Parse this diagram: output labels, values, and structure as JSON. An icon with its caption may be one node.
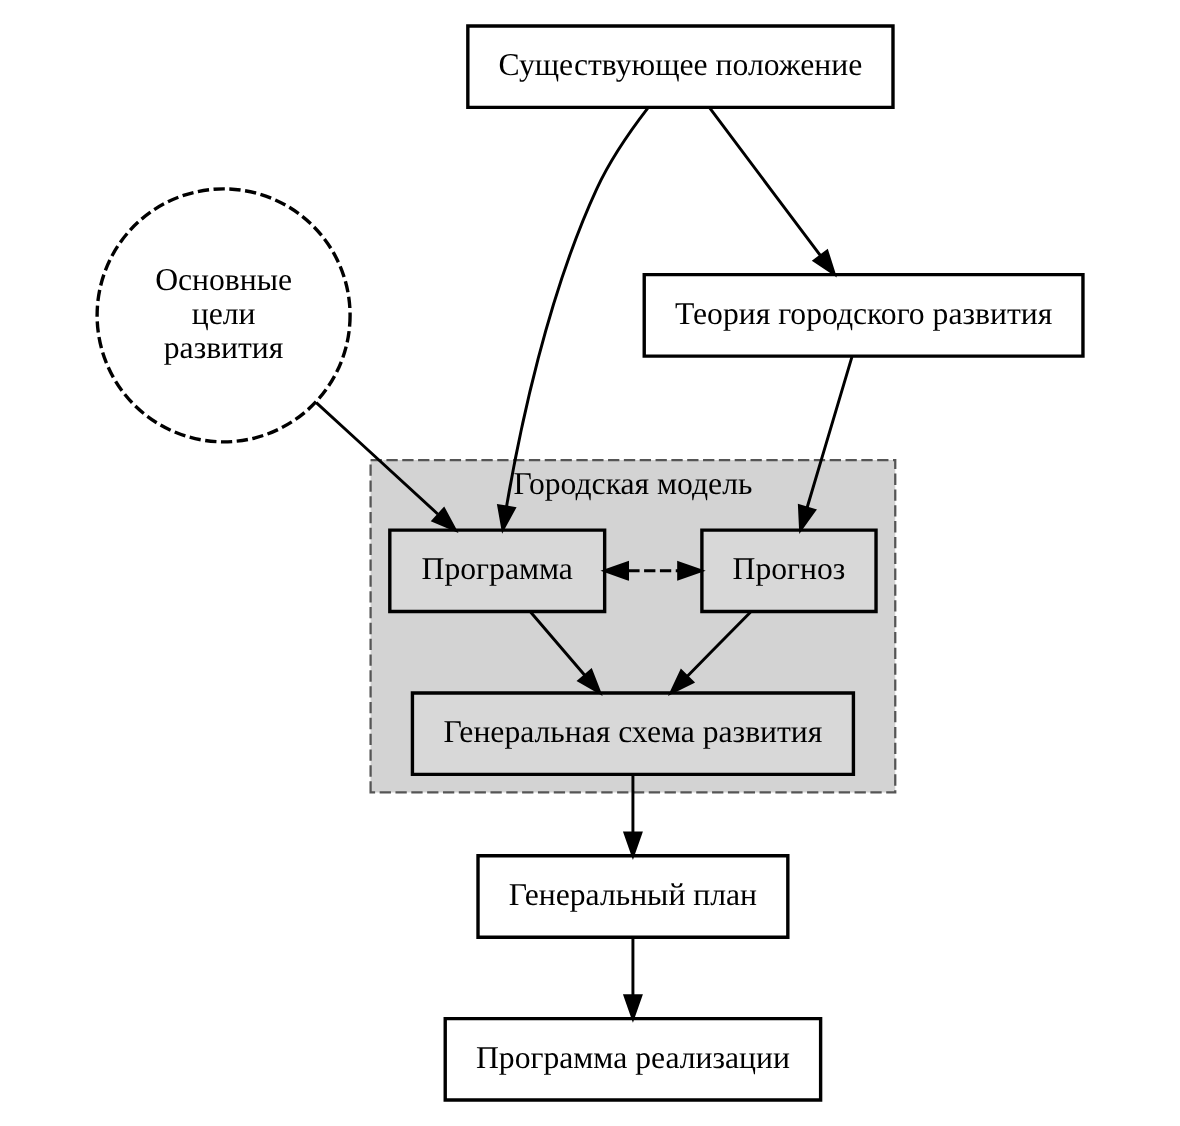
{
  "diagram": {
    "nodes": [
      {
        "text": [
          "Основные цели развития"
        ]
      },
      {
        "text": [
          "Существующее положение"
        ]
      },
      {
        "text": [
          "Теория городского развития"
        ]
      },
      {
        "text": [
          "Городская модель"
        ]
      },
      {
        "text": [
          "Программа"
        ],
        "in": 3
      },
      {
        "text": [
          "Прогноз"
        ],
        "in": 3
      },
      {
        "text": [
          "Генеральная схема развития"
        ],
        "in": 3
      },
      {
        "text": [
          "Генеральный план"
        ]
      },
      {
        "text": [
          "Программа реализации"
        ]
      }
    ],
    "edges": [
      {
        "from": 0,
        "to": 4,
        "arrow": "to"
      },
      {
        "from": 1,
        "to": 4,
        "arrow": "to"
      },
      {
        "from": 1,
        "to": 2,
        "arrow": "to"
      },
      {
        "from": 2,
        "to": 5,
        "arrow": "to"
      },
      {
        "from": 4,
        "to": 5,
        "arrow": "both",
        "style": "dashed"
      },
      {
        "from": 4,
        "to": 6,
        "arrow": "to"
      },
      {
        "from": 5,
        "to": 6,
        "arrow": "to"
      },
      {
        "from": 6,
        "to": 7,
        "arrow": "to"
      },
      {
        "from": 7,
        "to": 8,
        "arrow": "to"
      }
    ]
  }
}
